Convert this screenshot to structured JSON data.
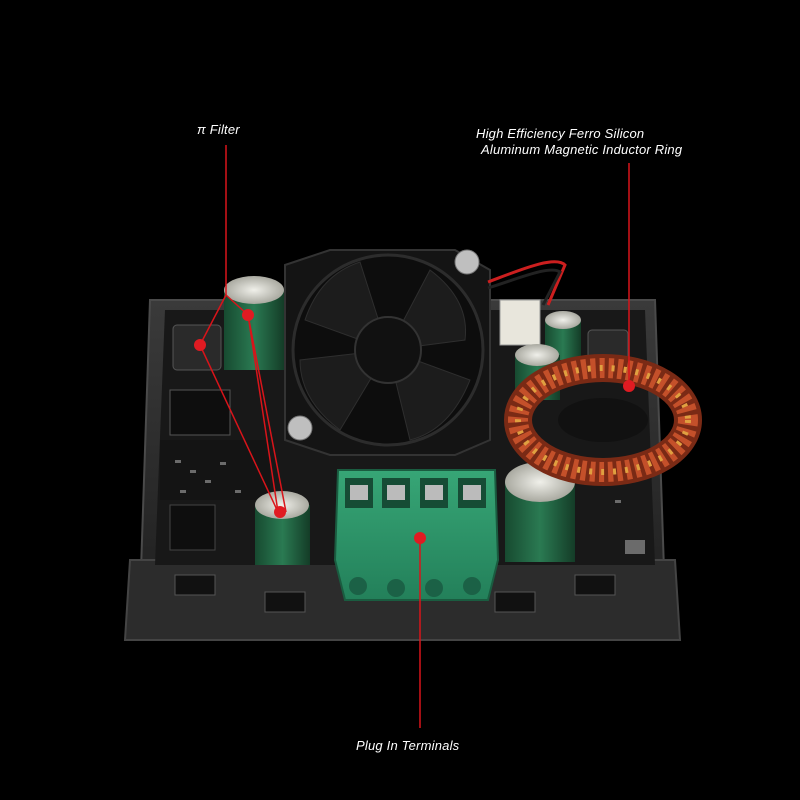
{
  "callouts": {
    "pi_filter": "π Filter",
    "inductor_line1": "High Efficiency Ferro Silicon",
    "inductor_line2": "Aluminum Magnetic Inductor Ring",
    "plug_terminals": "Plug In Terminals"
  },
  "colors": {
    "background": "#000000",
    "callout_line": "#d9141a",
    "callout_dot": "#e01b22",
    "label_text": "#ffffff",
    "terminal_block": "#2f9a6a",
    "pcb": "#1b1b1b",
    "copper": "#c4502a",
    "capacitor": "#1f5a3c"
  }
}
